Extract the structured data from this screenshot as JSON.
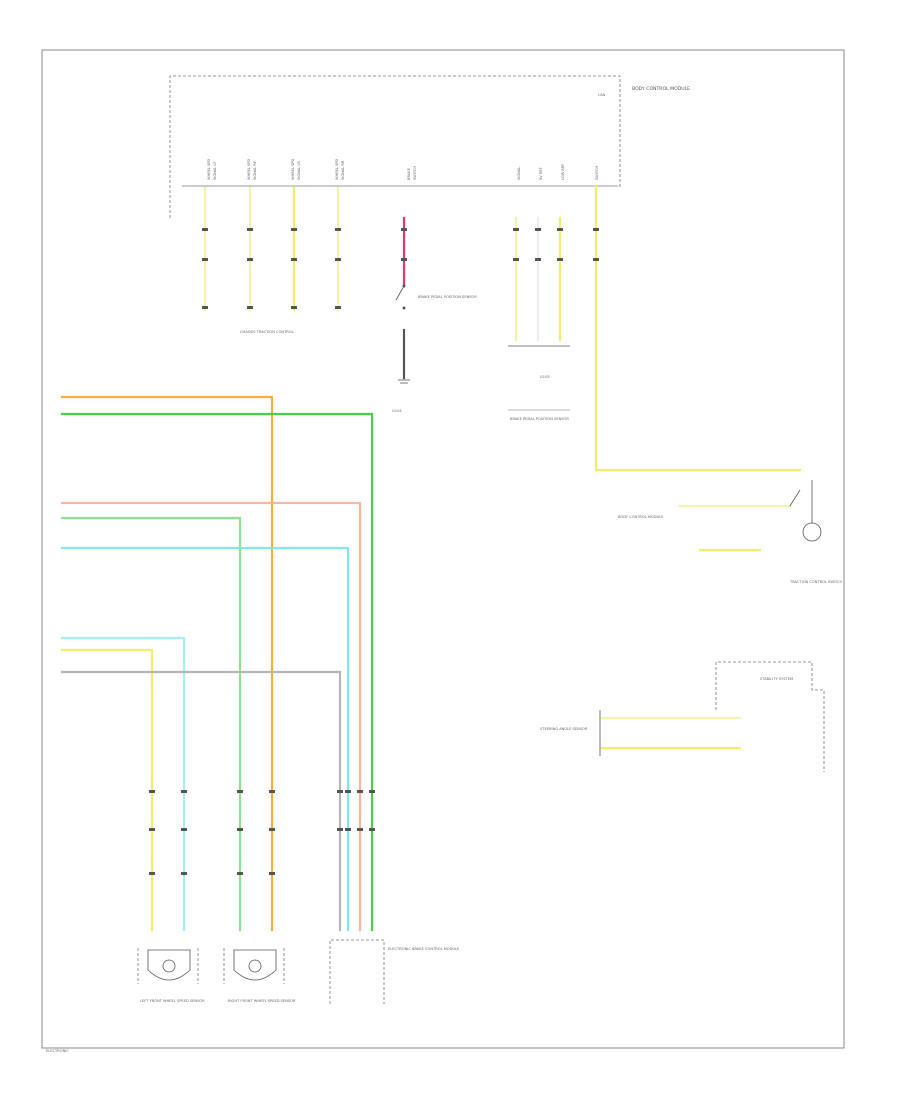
{
  "title": "",
  "colors": {
    "orange": "#f5b035",
    "green": "#45d245",
    "pink": "#f7b79c",
    "lightgreen": "#8fe08f",
    "cyan": "#7fe8ea",
    "lightcyan": "#a7eef0",
    "yellow": "#f0ee6a",
    "paleyellow": "#f5f3a9",
    "gray": "#b5b5b5",
    "red": "#e8366a",
    "dark": "#555555"
  },
  "labels": {
    "top_right_module": "BODY CONTROL MODULE",
    "upper_left_module": "CHASSIS TRACTION CONTROL",
    "switch_label": "BRAKE PEDAL POSITION SENSOR",
    "ground_left": "G104",
    "ground_mid": "G105",
    "mid_module": "BRAKE PEDAL POSITION SENSOR",
    "traction_switch": "TRACTION CONTROL SWITCH",
    "right_connector": "BODY CONTROL MODULE",
    "hydraulic": "STABILITY SYSTEM",
    "steering": "STEERING ANGLE SENSOR",
    "lf_sensor": "LEFT FRONT WHEEL SPEED SENSOR",
    "rf_sensor": "RIGHT FRONT WHEEL SPEED SENSOR",
    "ebcm": "ELECTRONIC BRAKE CONTROL MODULE",
    "footer": "ELECTRONIC"
  }
}
